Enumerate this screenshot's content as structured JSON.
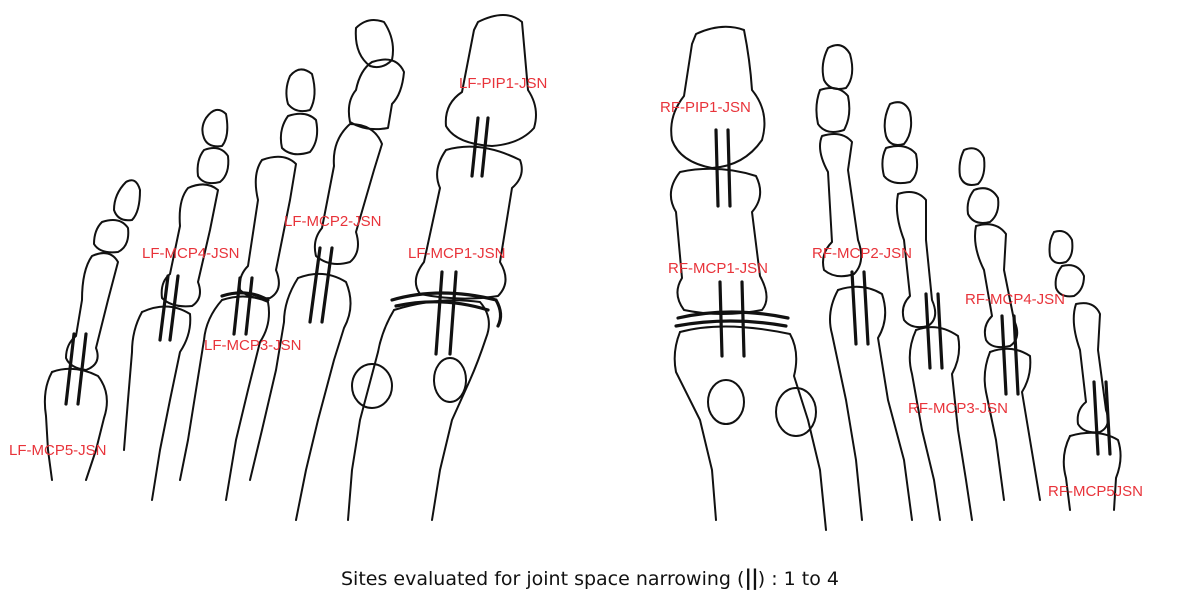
{
  "left_foot": {
    "labels": {
      "pip1": "LF-PIP1-JSN",
      "mcp1": "LF-MCP1-JSN",
      "mcp2": "LF-MCP2-JSN",
      "mcp3": "LF-MCP3-JSN",
      "mcp4": "LF-MCP4-JSN",
      "mcp5": "LF-MCP5-JSN"
    }
  },
  "right_foot": {
    "labels": {
      "pip1": "RF-PIP1-JSN",
      "mcp1": "RF-MCP1-JSN",
      "mcp2": "RF-MCP2-JSN",
      "mcp3": "RF-MCP3-JSN",
      "mcp4": "RF-MCP4-JSN",
      "mcp5": "RF-MCP5JSN"
    }
  },
  "caption": {
    "prefix": "Sites evaluated for joint space narrowing (",
    "symbol": "||",
    "suffix": ") : 1 to 4"
  },
  "colors": {
    "label": "#e8333a",
    "drawing": "#111111",
    "background": "#ffffff"
  }
}
